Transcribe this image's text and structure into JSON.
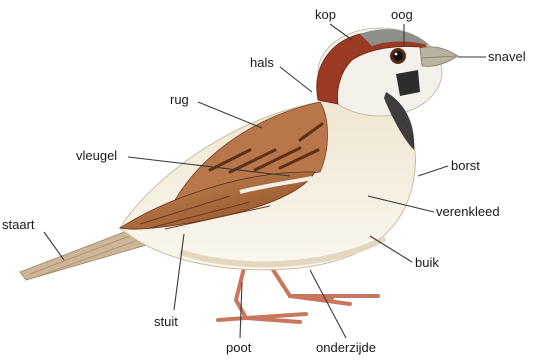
{
  "labels": {
    "kop": "kop",
    "oog": "oog",
    "snavel": "snavel",
    "hals": "hals",
    "rug": "rug",
    "vleugel": "vleugel",
    "borst": "borst",
    "verenkleed": "verenkleed",
    "staart": "staart",
    "buik": "buik",
    "stuit": "stuit",
    "poot": "poot",
    "onderzijde": "onderzijde"
  },
  "colors": {
    "line": "#3a3a3a",
    "crown_red": "#9b3a22",
    "crown_grey": "#8e8e8a",
    "back_brown": "#b06a3e",
    "body_cream": "#f6f0e2",
    "bib_black": "#2a2a2a",
    "beak": "#b9b2a0",
    "legs": "#d88c74"
  }
}
